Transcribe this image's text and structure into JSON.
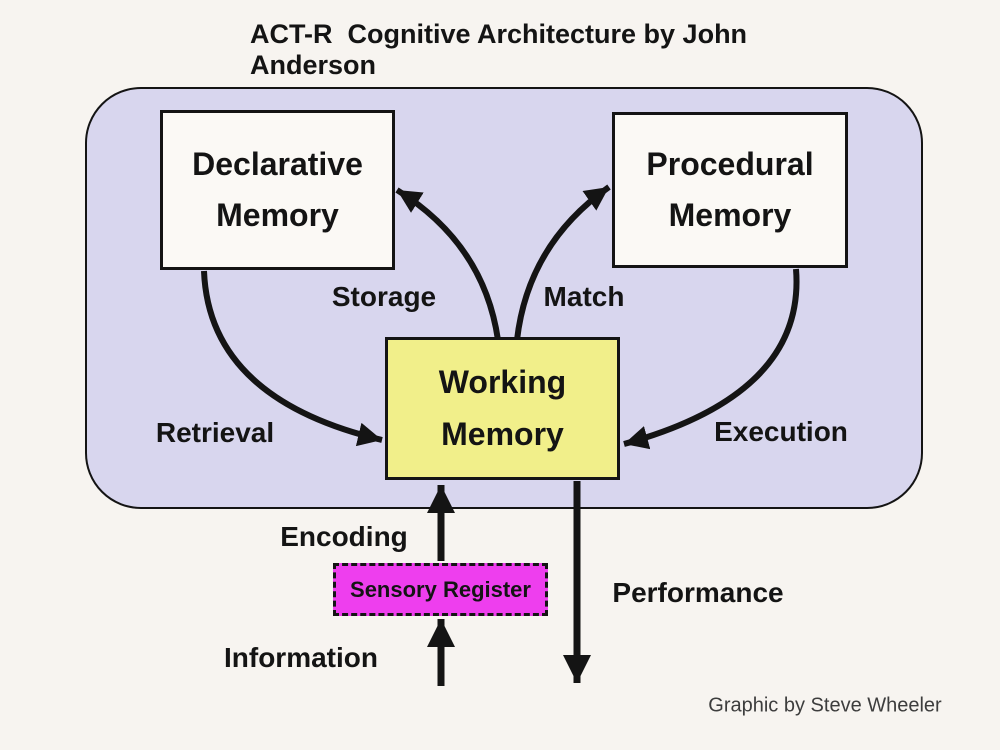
{
  "title": "ACT-R  Cognitive Architecture by John Anderson",
  "credit": "Graphic by Steve Wheeler",
  "colors": {
    "background": "#f7f4f0",
    "container_fill": "#d8d6ee",
    "box_fill": "#fbf9f5",
    "working_fill": "#f1ef8a",
    "sensory_fill": "#ee3eee",
    "line": "#141414",
    "text": "#141414",
    "credit_text": "#3d3d3d"
  },
  "nodes": {
    "declarative": {
      "label": "Declarative\nMemory"
    },
    "procedural": {
      "label": "Procedural\nMemory"
    },
    "working": {
      "label": "Working\nMemory"
    },
    "sensory": {
      "label": "Sensory Register"
    }
  },
  "edges": {
    "storage": {
      "label": "Storage",
      "from": "working",
      "to": "declarative"
    },
    "match": {
      "label": "Match",
      "from": "working",
      "to": "procedural"
    },
    "retrieval": {
      "label": "Retrieval",
      "from": "declarative",
      "to": "working"
    },
    "execution": {
      "label": "Execution",
      "from": "procedural",
      "to": "working"
    },
    "encoding": {
      "label": "Encoding",
      "from": "sensory",
      "to": "working"
    },
    "performance": {
      "label": "Performance",
      "from": "working",
      "to": "out"
    },
    "information": {
      "label": "Information",
      "from": "in",
      "to": "sensory"
    }
  }
}
